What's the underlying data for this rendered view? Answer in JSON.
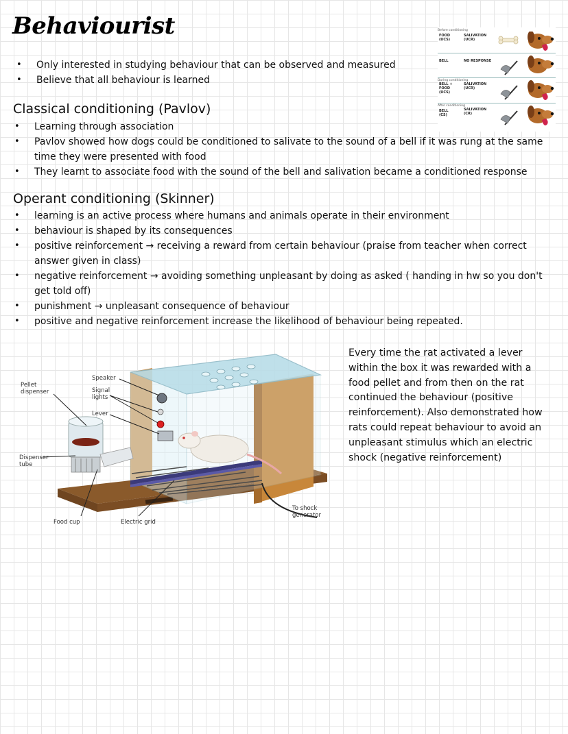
{
  "title": "Behaviourist",
  "intro_bullets": [
    "Only interested in studying behaviour that can be observed and measured",
    "Believe that all behaviour is learned"
  ],
  "classical": {
    "heading": "Classical conditioning (Pavlov)",
    "bullets": [
      "Learning through association",
      "Pavlov showed how dogs could be conditioned to salivate to the sound of a bell if it was rung at the same time they were presented with food",
      "They learnt to associate food with the sound of the bell and salivation became a conditioned response"
    ]
  },
  "operant": {
    "heading": "Operant conditioning (Skinner)",
    "bullets": [
      "learning is an active process where humans and animals operate in their environment",
      "behaviour is shaped by its consequences",
      "positive reinforcement → receiving a reward from certain behaviour (praise from teacher when correct answer given in class)",
      "negative reinforcement → avoiding something unpleasant by doing as asked ( handing in hw so you don't get told off)",
      "punishment → unpleasant consequence of behaviour",
      "positive and negative reinforcement increase the likelihood of behaviour being repeated."
    ]
  },
  "pavlov_diagram": {
    "rows": [
      {
        "stage": "Before conditioning",
        "left": "FOOD\n(UCS)",
        "right": "SALIVATION\n(UCR)"
      },
      {
        "stage": "",
        "left": "BELL",
        "right": "NO RESPONSE"
      },
      {
        "stage": "During conditioning",
        "left": "BELL +\nFOOD\n(UCS)",
        "right": "SALIVATION\n(UCR)"
      },
      {
        "stage": "After conditioning",
        "left": "BELL\n(CS)",
        "right": "SALIVATION\n(CR)"
      }
    ]
  },
  "skinner_box": {
    "labels": {
      "pellet_dispenser": "Pellet\ndispenser",
      "speaker": "Speaker",
      "signal_lights": "Signal\nlights",
      "lever": "Lever",
      "dispenser_tube": "Dispenser\ntube",
      "food_cup": "Food cup",
      "electric_grid": "Electric grid",
      "to_shock_generator": "To shock\ngenerator"
    }
  },
  "skinner_description": "Every time the rat activated a lever within the box it was rewarded with a food pellet and from then on the rat continued the behaviour (positive reinforcement). Also demonstrated how rats could repeat behaviour to avoid an unpleasant stimulus which an electric shock (negative reinforcement)",
  "colors": {
    "box_wood": "#c8873a",
    "glass": "#b9dde8",
    "rat": "#f1ede6",
    "dog": "#b36a2a"
  }
}
